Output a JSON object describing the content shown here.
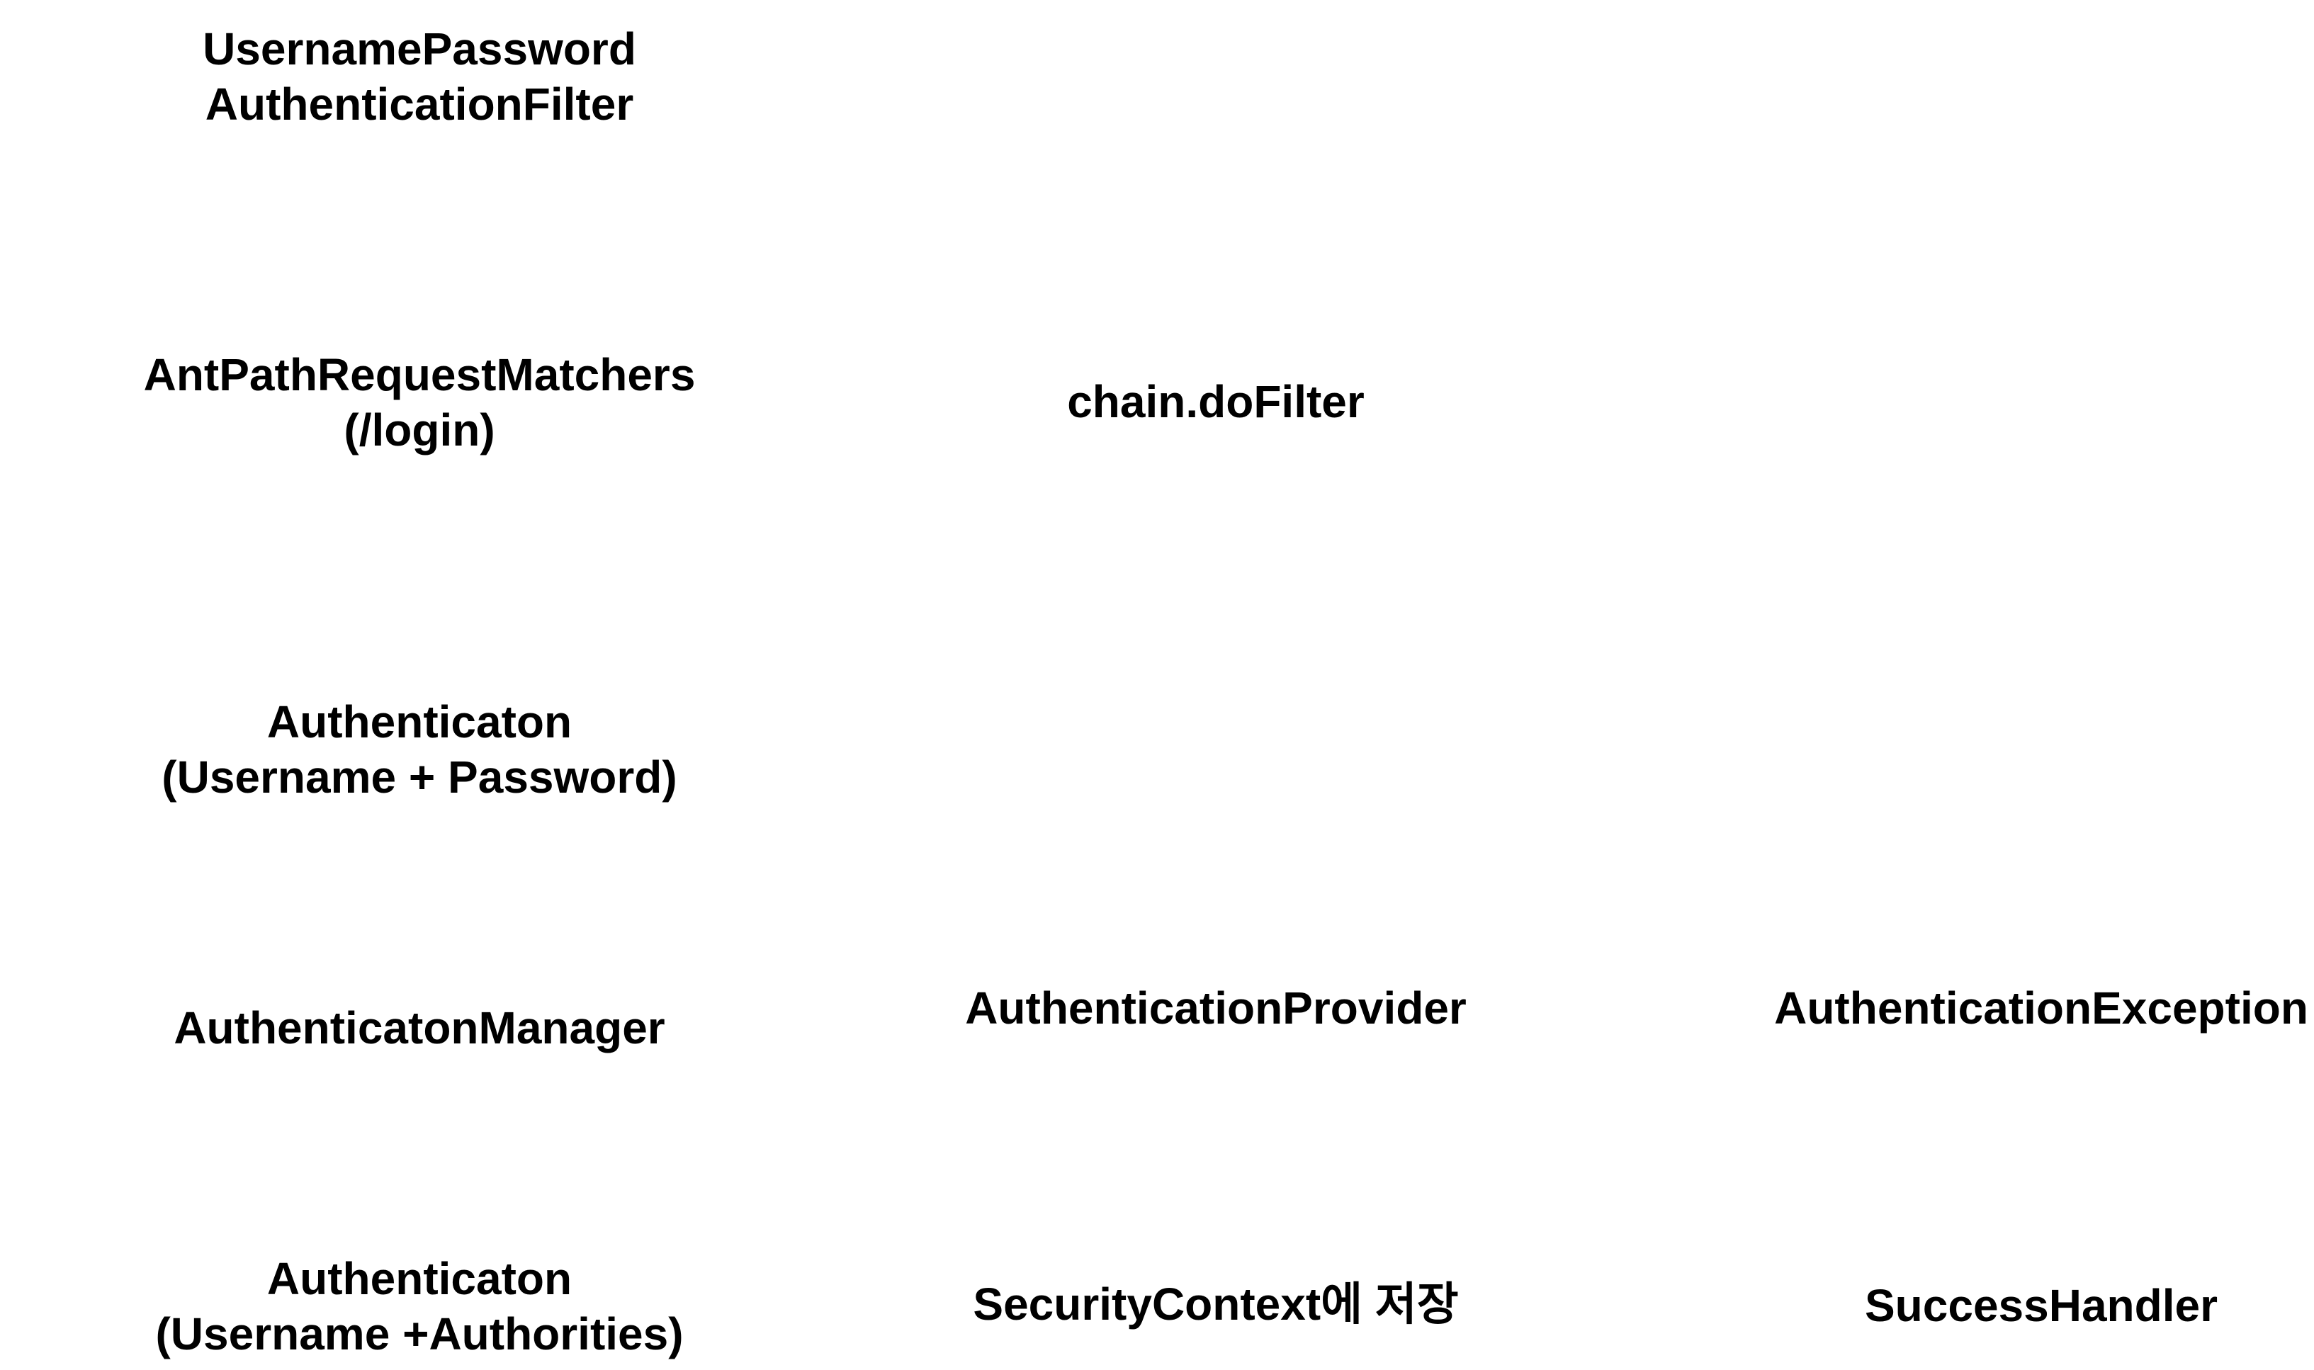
{
  "nodes": {
    "filter": {
      "line1": "UsernamePassword",
      "line2": "AuthenticationFilter"
    },
    "matcher": {
      "line1": "AntPathRequestMatchers",
      "line2": "(/login)"
    },
    "chain": {
      "line1": "chain.doFilter"
    },
    "auth_request": {
      "line1": "Authenticaton",
      "line2": "(Username + Password)"
    },
    "manager": {
      "line1": "AuthenticatonManager"
    },
    "provider": {
      "line1": "AuthenticationProvider"
    },
    "exception": {
      "line1": "AuthenticationException"
    },
    "auth_result": {
      "line1": "Authenticaton",
      "line2": "(Username +Authorities)"
    },
    "context": {
      "line1": "SecurityContext에 저장"
    },
    "success": {
      "line1": "SuccessHandler"
    }
  }
}
